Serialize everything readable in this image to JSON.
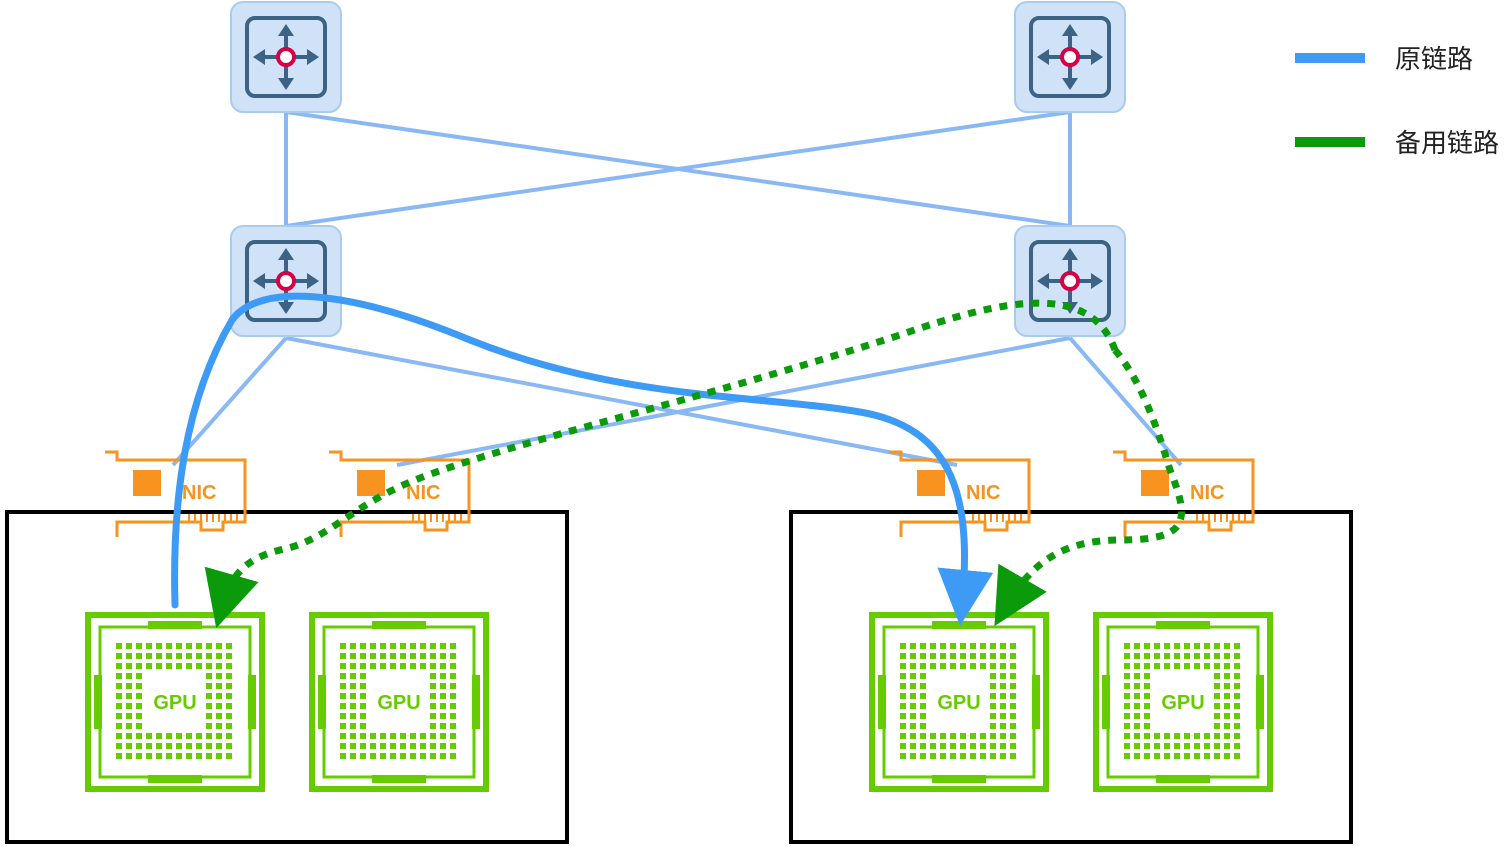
{
  "legend": {
    "original": {
      "label": "原链路",
      "color": "#3d9bf5"
    },
    "backup": {
      "label": "备用链路",
      "color": "#0a9a0a"
    }
  },
  "nic_label": "NIC",
  "gpu_label": "GPU",
  "colors": {
    "fabric_link": "#8ab8f5",
    "switch_fill": "#cfe2f7",
    "switch_icon": "#3c6285",
    "switch_center": "#d50045",
    "nic": "#f7931e",
    "gpu": "#66cc00",
    "server_border": "#000000"
  },
  "nodes": {
    "spines": [
      "spine-switch-left",
      "spine-switch-right"
    ],
    "leaves": [
      "leaf-switch-left",
      "leaf-switch-right"
    ],
    "servers": [
      {
        "name": "server-left",
        "nics": [
          "NIC",
          "NIC"
        ],
        "gpus": [
          "GPU",
          "GPU"
        ]
      },
      {
        "name": "server-right",
        "nics": [
          "NIC",
          "NIC"
        ],
        "gpus": [
          "GPU",
          "GPU"
        ]
      }
    ]
  }
}
